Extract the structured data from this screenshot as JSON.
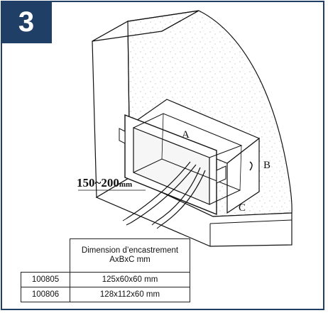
{
  "step_number": "3",
  "labels": {
    "a": "A",
    "b": "B",
    "c": "C",
    "cable_length": "150~200",
    "cable_length_unit": "mm"
  },
  "table": {
    "header_line1": "Dimension d’encastrement",
    "header_line2": "AxBxC mm",
    "rows": [
      {
        "code": "100805",
        "size": "125x60x60 mm"
      },
      {
        "code": "100806",
        "size": "128x112x60 mm"
      }
    ]
  },
  "colors": {
    "accent": "#1f3f66"
  }
}
